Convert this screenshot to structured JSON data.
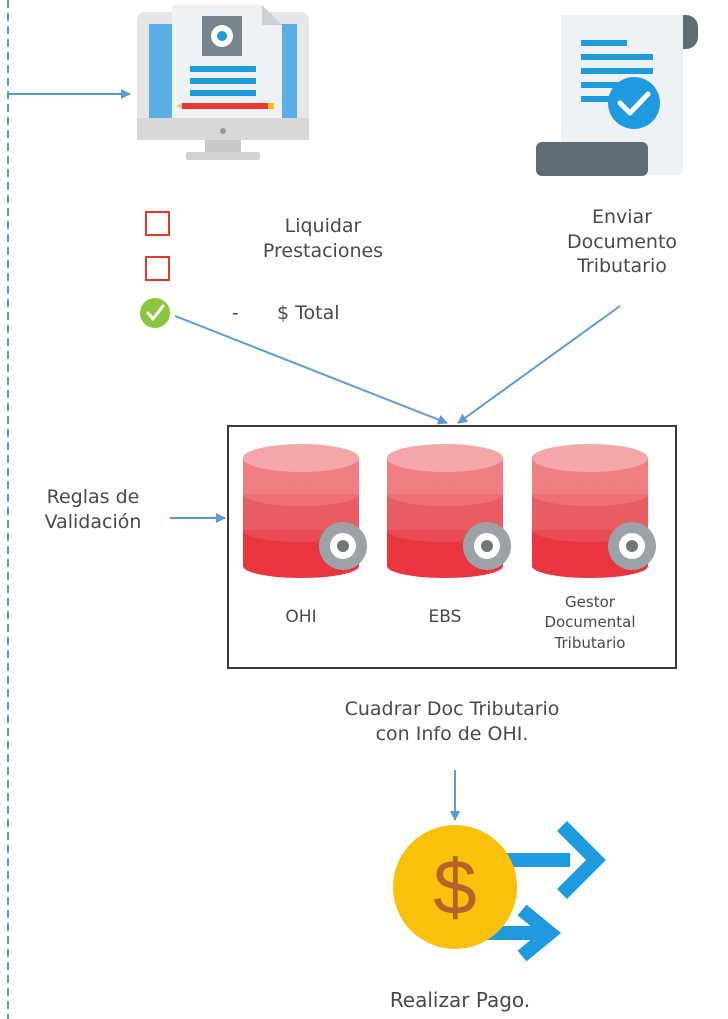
{
  "liquidar": {
    "line1": "Liquidar",
    "line2": "Prestaciones"
  },
  "enviar": {
    "line1": "Enviar",
    "line2": "Documento",
    "line3": "Tributario"
  },
  "checklist": {
    "dash": "-",
    "total": "$ Total"
  },
  "reglas": {
    "line1": "Reglas de",
    "line2": "Validación"
  },
  "databases": [
    {
      "label": "OHI"
    },
    {
      "label": "EBS"
    },
    {
      "label_lines": [
        "Gestor",
        "Documental",
        "Tributario"
      ]
    }
  ],
  "cuadrar": {
    "line1": "Cuadrar Doc Tributario",
    "line2": "con Info de OHI."
  },
  "pago": {
    "label": "Realizar Pago.",
    "symbol": "$"
  },
  "colors": {
    "arrow": "#5b9bd5",
    "checkbox": "#e53935",
    "check_ok": "#8cc63f",
    "db": "#e8535b",
    "coin": "#f9c00c",
    "pay_arrow": "#1e9be0"
  }
}
